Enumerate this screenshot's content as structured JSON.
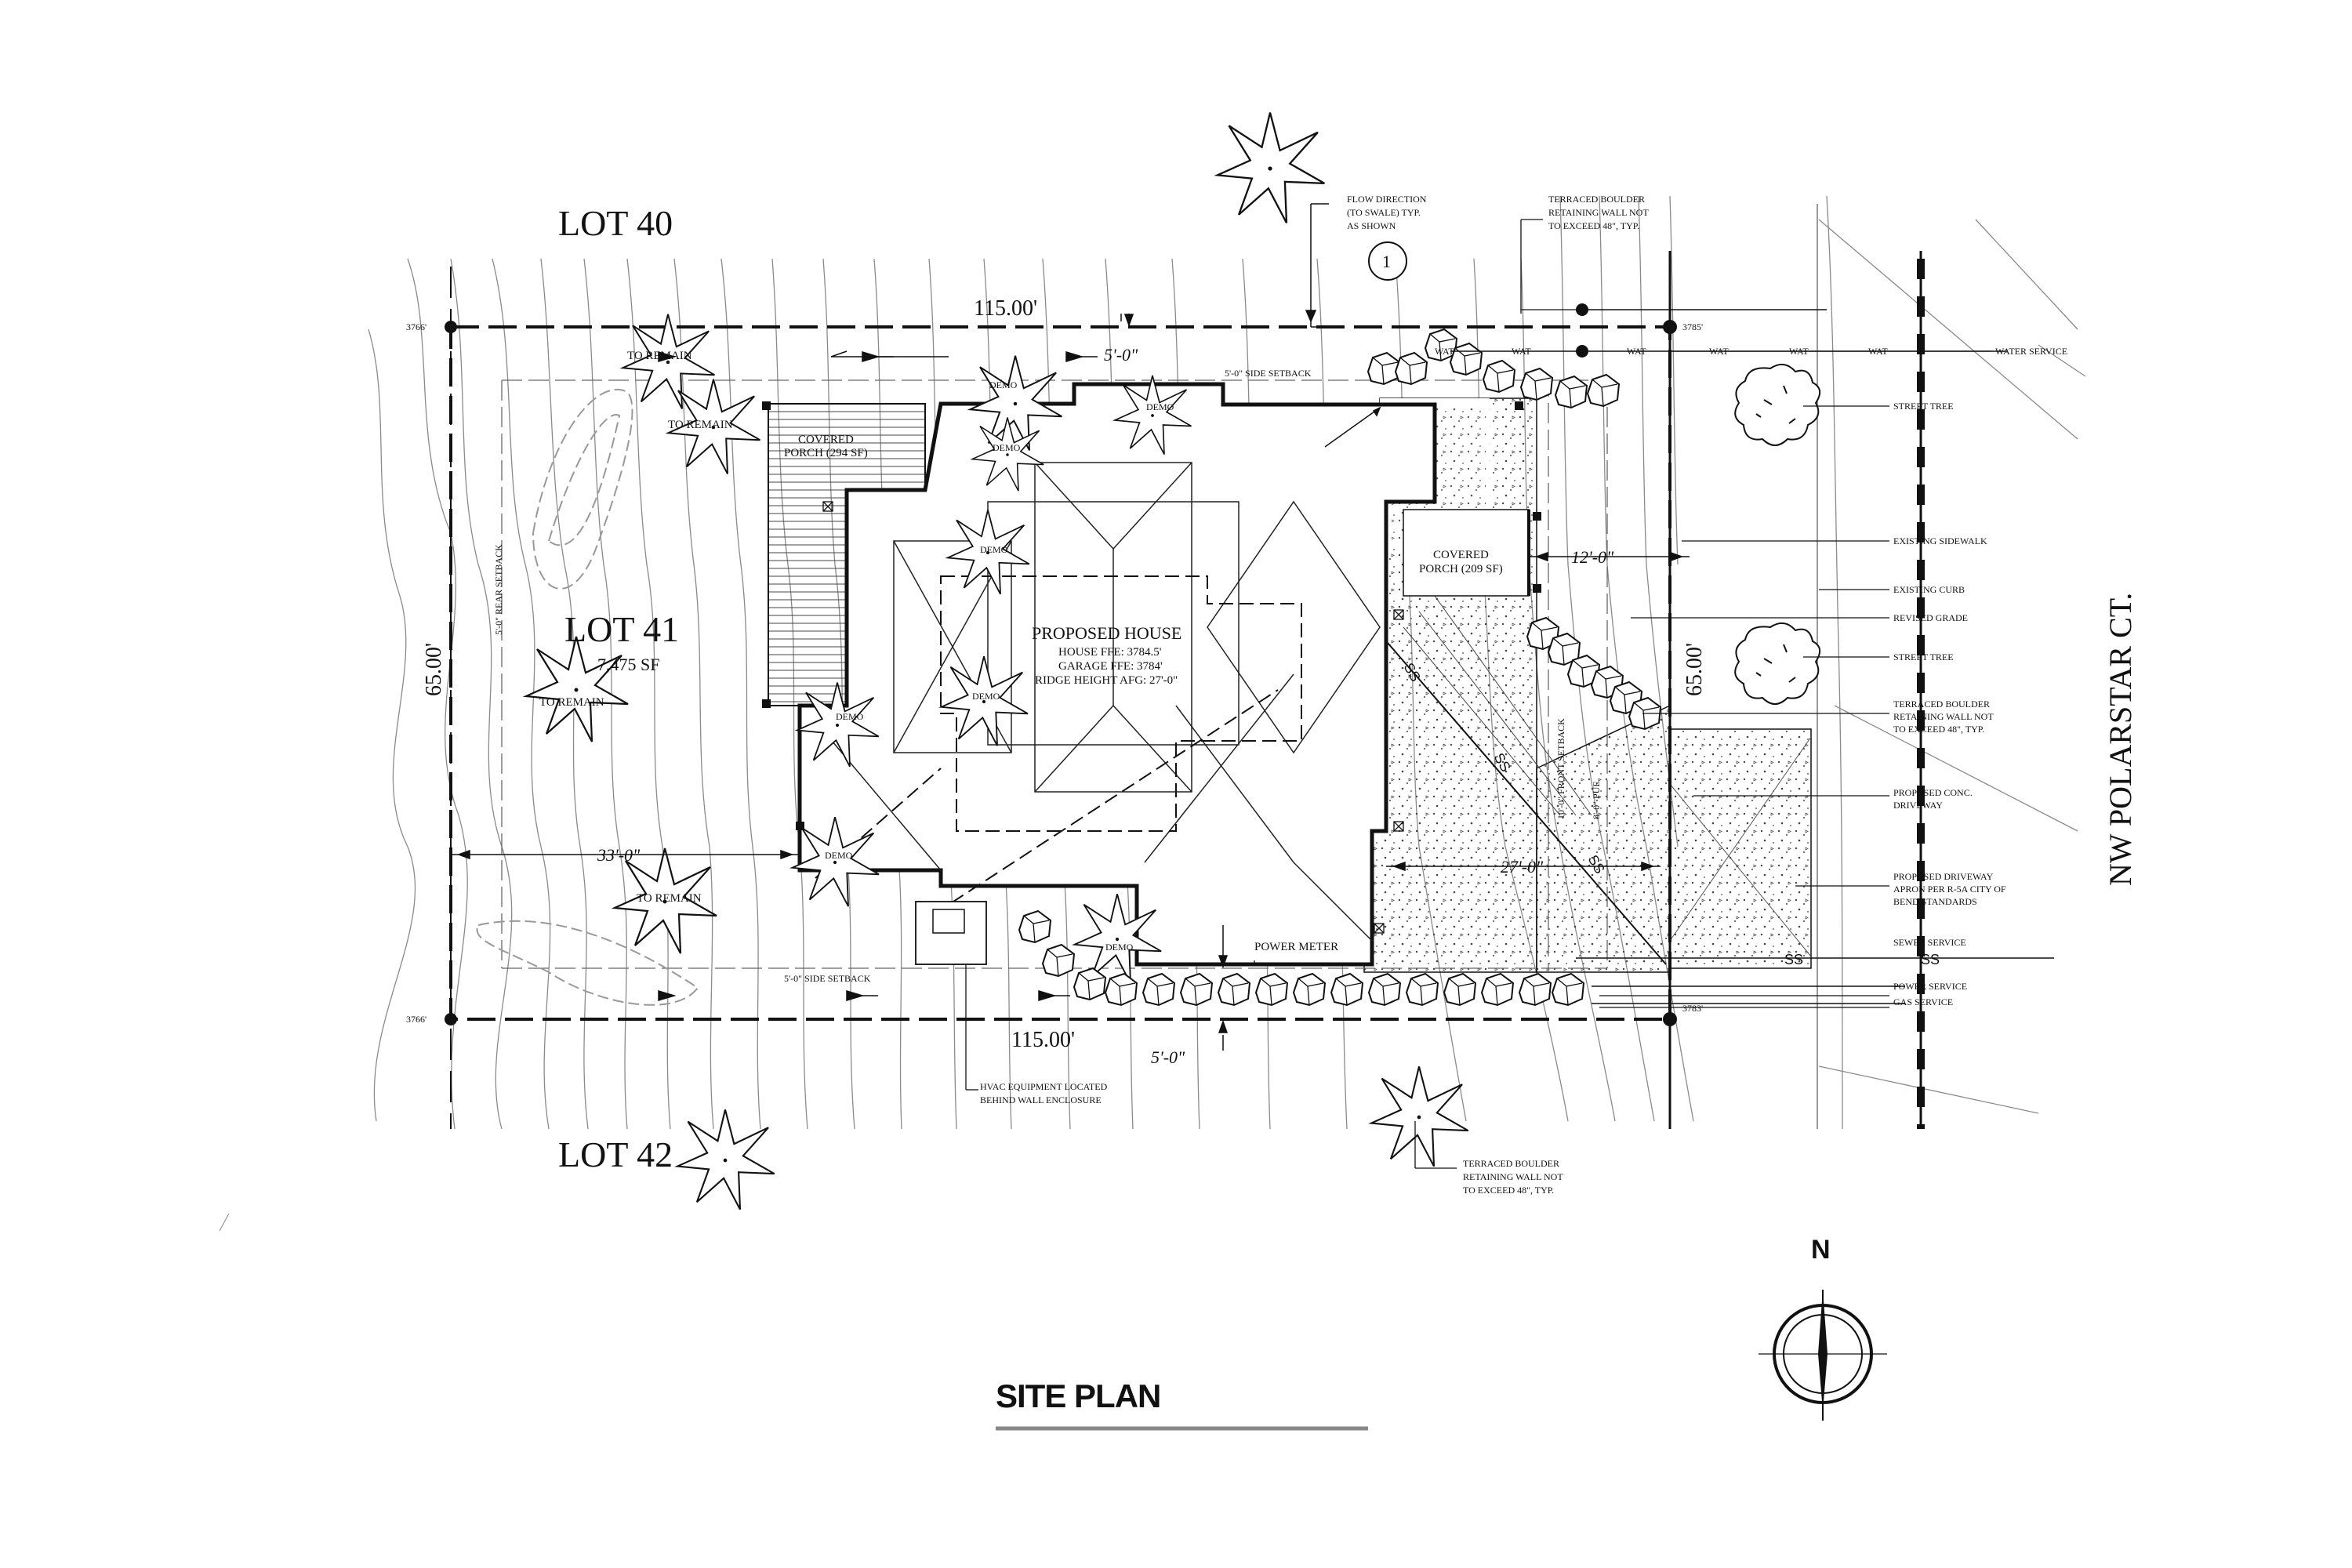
{
  "lots": {
    "lot_40": "LOT 40",
    "lot_41": "LOT 41",
    "lot_41_area": "7,475 SF",
    "lot_42": "LOT 42"
  },
  "street_name": "NW POLARSTAR CT.",
  "house": {
    "title": "PROPOSED HOUSE",
    "house_ffe": "HOUSE FFE: 3784.5'",
    "garage_ffe": "GARAGE FFE: 3784'",
    "ridge_height": "RIDGE HEIGHT AFG: 27'-0\""
  },
  "porches": {
    "rear_line1": "COVERED",
    "rear_line2": "PORCH (294 SF)",
    "front_line1": "COVERED",
    "front_line2": "PORCH (209 SF)"
  },
  "dimensions": {
    "top_length": "115.00'",
    "bottom_length": "115.00'",
    "left_width": "65.00'",
    "right_width": "65.00'",
    "side_offset_top": "5'-0\"",
    "side_offset_bottom": "5'-0\"",
    "rear_offset": "33'-0\"",
    "front_offset": "27'-0\"",
    "walk_offset": "12'-0\""
  },
  "setbacks": {
    "side_top": "5'-0\" SIDE SETBACK",
    "side_bottom": "5'-0\" SIDE SETBACK",
    "rear": "5'-0\" REAR SETBACK",
    "front": "10'-0\" FRONT SETBACK",
    "pue": "8'-0\" PUE"
  },
  "elevations": {
    "top_left": "3766'",
    "bottom_left": "3766'",
    "top_right": "3785'",
    "bottom_right": "3783'"
  },
  "tree_notes": {
    "remain_1": "TO REMAIN",
    "remain_2": "TO REMAIN",
    "remain_3": "TO REMAIN",
    "remain_4": "TO REMAIN",
    "demo": "DEMO"
  },
  "callouts": {
    "flow_1": "FLOW DIRECTION",
    "flow_2": "(TO SWALE) TYP.",
    "flow_3": "AS SHOWN",
    "flow_marker": "1",
    "wall_top_1": "TERRACED BOULDER",
    "wall_top_2": "RETAINING WALL NOT",
    "wall_top_3": "TO EXCEED 48\", TYP.",
    "wall_mid_1": "TERRACED BOULDER",
    "wall_mid_2": "RETAINING WALL NOT",
    "wall_mid_3": "TO EXCEED 48\", TYP.",
    "wall_bot_1": "TERRACED BOULDER",
    "wall_bot_2": "RETAINING WALL NOT",
    "wall_bot_3": "TO EXCEED 48\", TYP.",
    "hvac_1": "HVAC EQUIPMENT LOCATED",
    "hvac_2": "BEHIND WALL ENCLOSURE",
    "power_meter": "POWER METER"
  },
  "legend": {
    "water_service": "WATER SERVICE",
    "street_tree_1": "STREET TREE",
    "existing_sidewalk": "EXISTING SIDEWALK",
    "existing_curb": "EXISTING CURB",
    "revised_grade": "REVISED GRADE",
    "street_tree_2": "STREET TREE",
    "wall_1": "TERRACED BOULDER",
    "wall_2": "RETAINING WALL NOT",
    "wall_3": "TO EXCEED 48\", TYP.",
    "driveway_1": "PROPOSED CONC.",
    "driveway_2": "DRIVEWAY",
    "apron_1": "PROPOSED DRIVEWAY",
    "apron_2": "APRON PER R-5A CITY OF",
    "apron_3": "BEND STANDARDS",
    "sewer_service": "SEWER SERVICE",
    "power_service": "POWER SERVICE",
    "gas_service": "GAS SERVICE"
  },
  "utility_tags": {
    "water": "WAT",
    "sewer": "SS"
  },
  "drawing_title": "SITE PLAN",
  "north_label": "N"
}
